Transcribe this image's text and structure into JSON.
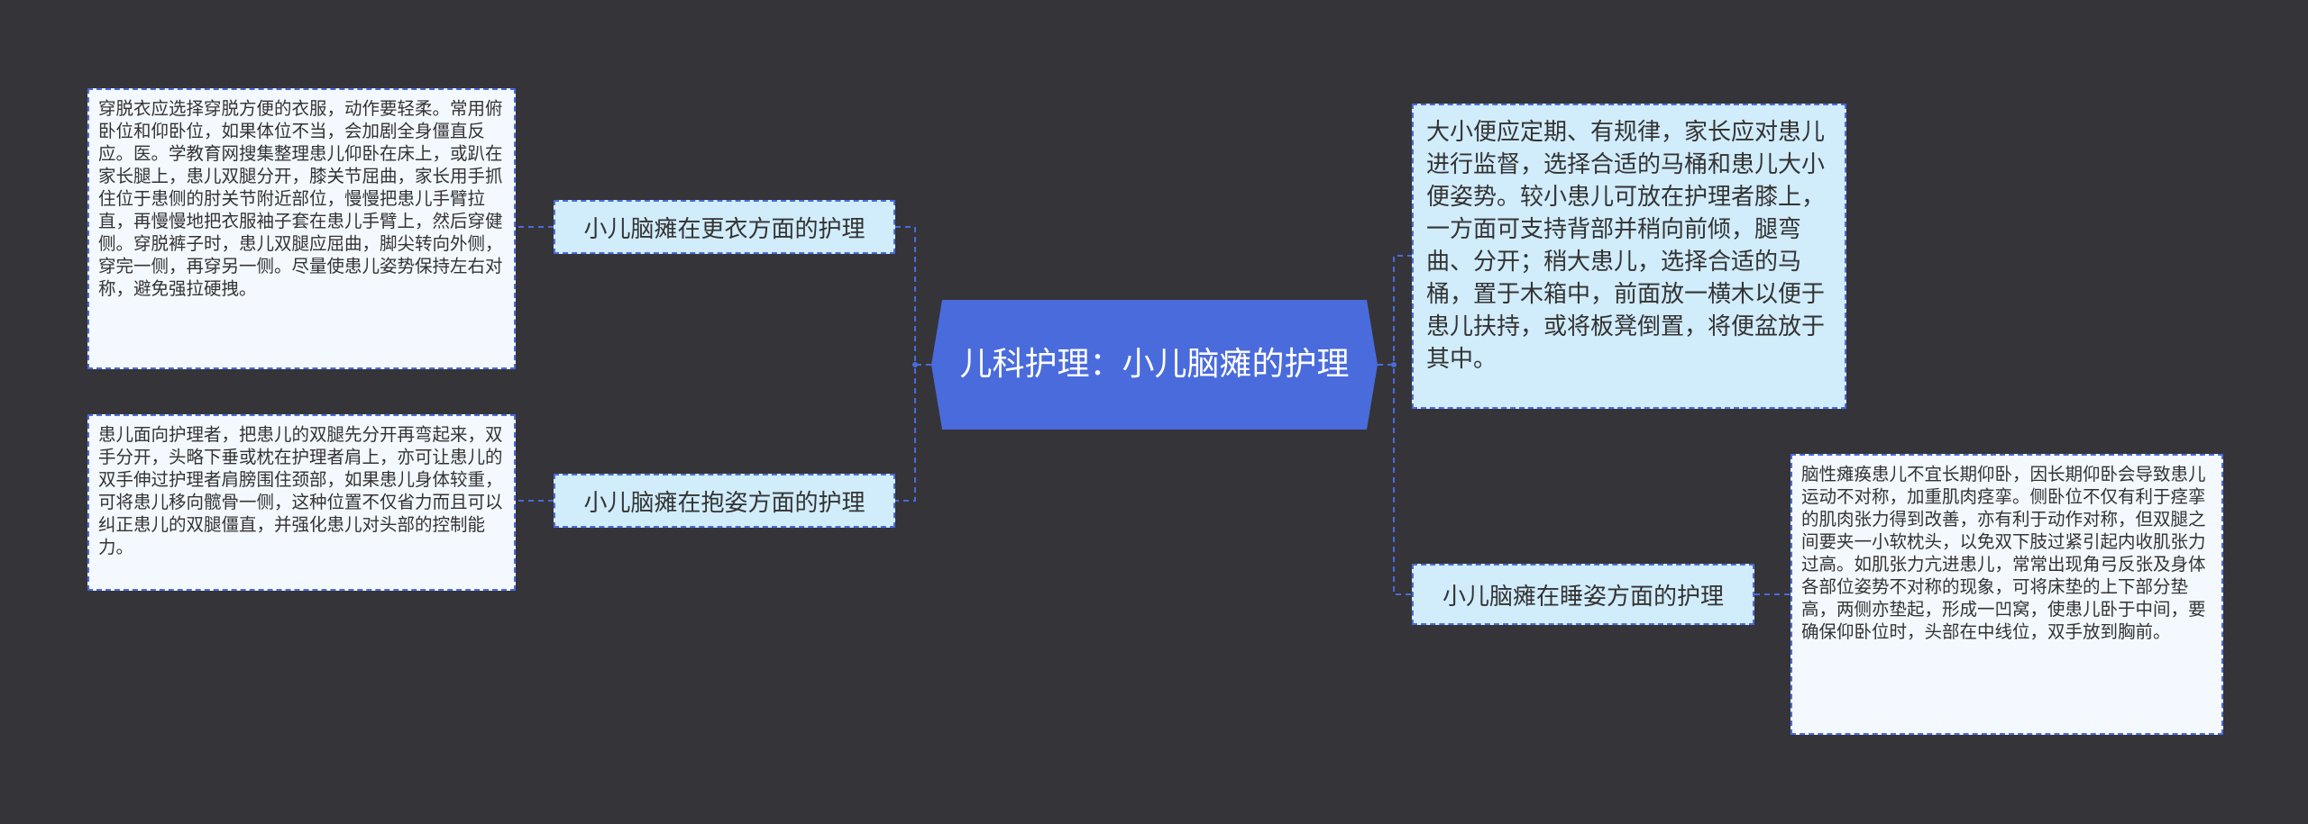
{
  "mindmap": {
    "root": "儿科护理：小儿脑瘫的护理",
    "branches": [
      {
        "label": "小儿脑瘫在更衣方面的护理"
      },
      {
        "label": "小儿脑瘫在抱姿方面的护理"
      },
      {
        "label": "小儿脑瘫在睡姿方面的护理"
      }
    ],
    "leaves": [
      {
        "text": "穿脱衣应选择穿脱方便的衣服，动作要轻柔。常用俯卧位和仰卧位，如果体位不当，会加剧全身僵直反应。医。学教育网搜集整理患儿仰卧在床上，或趴在家长腿上，患儿双腿分开，膝关节屈曲，家长用手抓住位于患侧的肘关节附近部位，慢慢把患儿手臂拉直，再慢慢地把衣服袖子套在患儿手臂上，然后穿健侧。穿脱裤子时，患儿双腿应屈曲，脚尖转向外侧，穿完一侧，再穿另一侧。尽量使患儿姿势保持左右对称，避免强拉硬拽。"
      },
      {
        "text": "患儿面向护理者，把患儿的双腿先分开再弯起来，双手分开，头略下垂或枕在护理者肩上，亦可让患儿的双手伸过护理者肩膀围住颈部，如果患儿身体较重，可将患儿移向髋骨一侧，这种位置不仅省力而且可以纠正患儿的双腿僵直，并强化患儿对头部的控制能力。"
      },
      {
        "text": "大小便应定期、有规律，家长应对患儿进行监督，选择合适的马桶和患儿大小便姿势。较小患儿可放在护理者膝上，一方面可支持背部并稍向前倾，腿弯曲、分开；稍大患儿，选择合适的马桶，置于木箱中，前面放一横木以便于患儿扶持，或将板凳倒置，将便盆放于其中。"
      },
      {
        "text": "脑性瘫痪患儿不宜长期仰卧，因长期仰卧会导致患儿运动不对称，加重肌肉痉挛。侧卧位不仅有利于痉挛的肌肉张力得到改善，亦有利于动作对称，但双腿之间要夹一小软枕头，以免双下肢过紧引起内收肌张力过高。如肌张力亢进患儿，常常出现角弓反张及身体各部位姿势不对称的现象，可将床垫的上下部分垫高，两侧亦垫起，形成一凹窝，使患儿卧于中间，要确保仰卧位时，头部在中线位，双手放到胸前。"
      }
    ]
  },
  "colors": {
    "background": "#353438",
    "root_fill": "#4a6bdc",
    "branch_fill": "#d1ecfb",
    "leaf_fill": "#f4f9ff",
    "connector": "#4a6bdc"
  }
}
